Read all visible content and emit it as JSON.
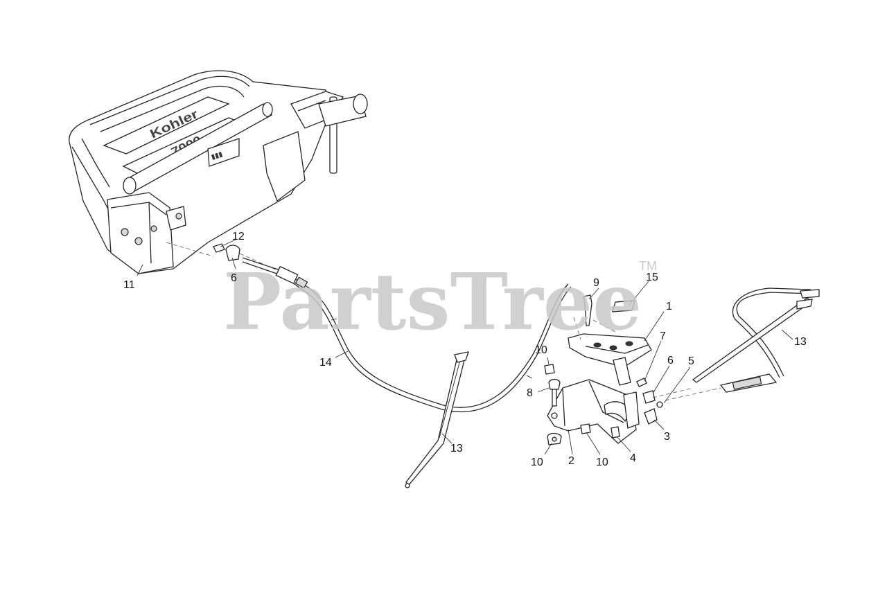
{
  "watermark": {
    "text": "PartsTree",
    "trademark": "TM"
  },
  "engine_lettering": {
    "brand": "Kohler",
    "model": "7000"
  },
  "callouts": [
    {
      "id": "c11",
      "label": "11"
    },
    {
      "id": "c12",
      "label": "12"
    },
    {
      "id": "c6a",
      "label": "6"
    },
    {
      "id": "c14",
      "label": "14"
    },
    {
      "id": "c13a",
      "label": "13"
    },
    {
      "id": "c9",
      "label": "9"
    },
    {
      "id": "c15",
      "label": "15"
    },
    {
      "id": "c1",
      "label": "1"
    },
    {
      "id": "c7",
      "label": "7"
    },
    {
      "id": "c6b",
      "label": "6"
    },
    {
      "id": "c5",
      "label": "5"
    },
    {
      "id": "c13b",
      "label": "13"
    },
    {
      "id": "c10a",
      "label": "10"
    },
    {
      "id": "c8",
      "label": "8"
    },
    {
      "id": "c3",
      "label": "3"
    },
    {
      "id": "c10b",
      "label": "10"
    },
    {
      "id": "c2",
      "label": "2"
    },
    {
      "id": "c10c",
      "label": "10"
    },
    {
      "id": "c4",
      "label": "4"
    }
  ]
}
